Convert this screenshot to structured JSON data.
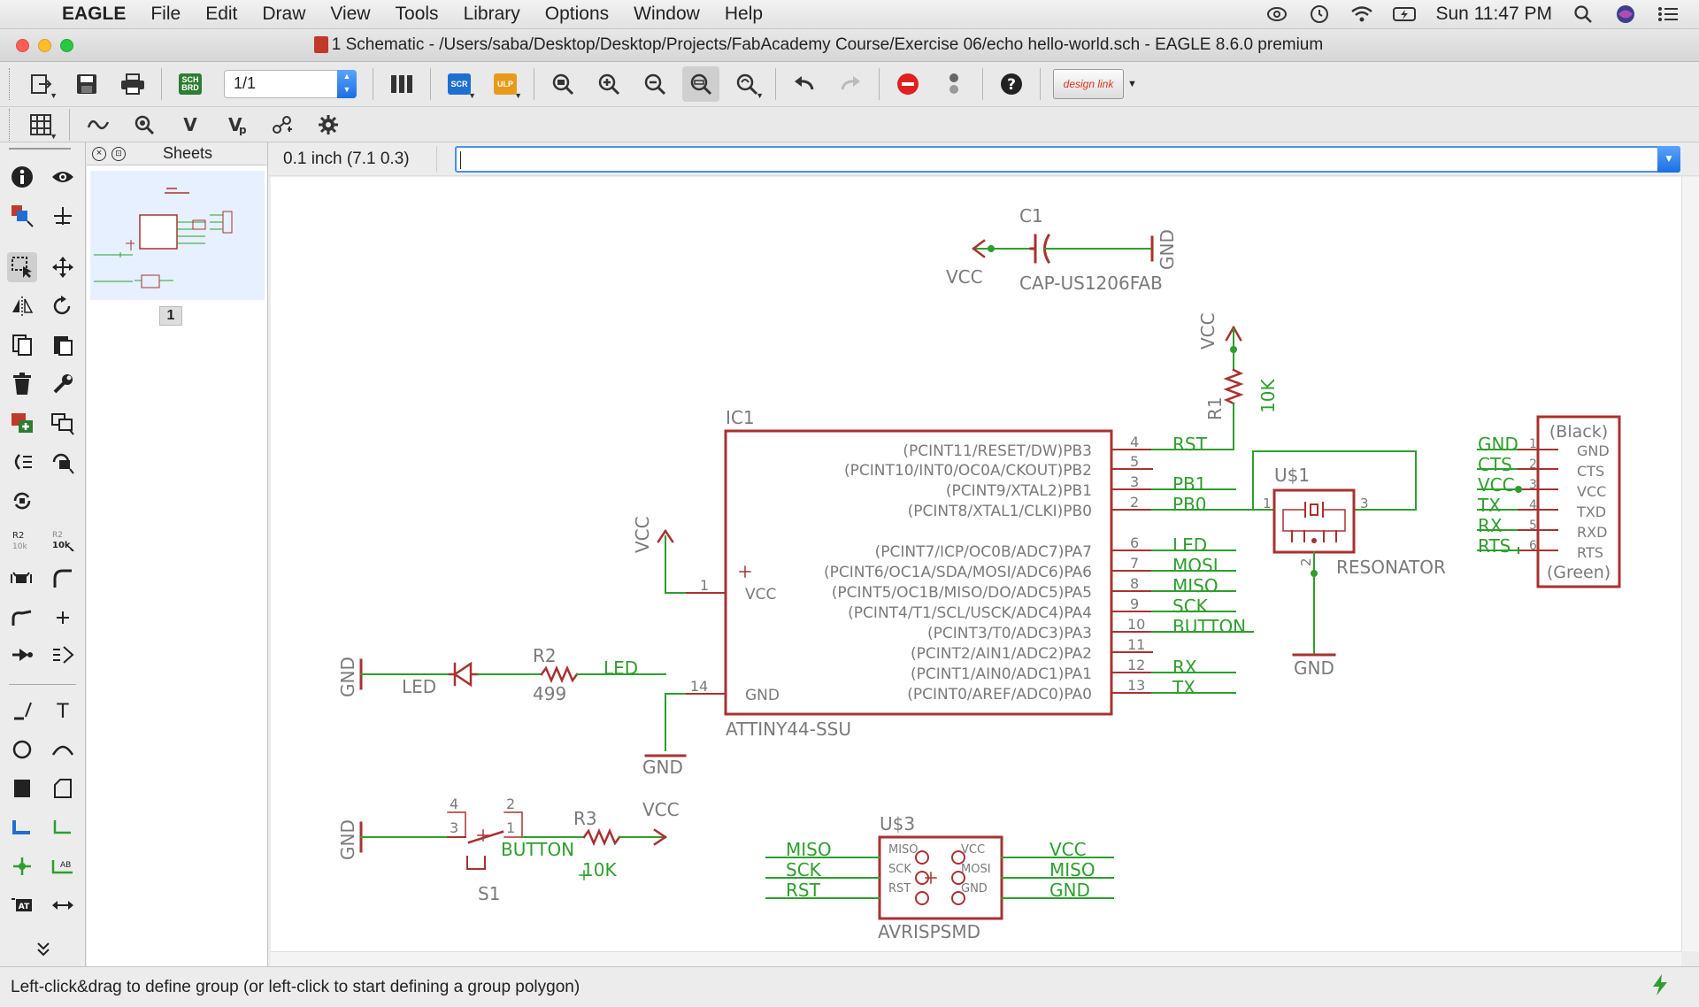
{
  "menubar": {
    "app_name": "EAGLE",
    "items": [
      "File",
      "Edit",
      "Draw",
      "View",
      "Tools",
      "Library",
      "Options",
      "Window",
      "Help"
    ],
    "clock": "Sun 11:47 PM"
  },
  "window": {
    "title": "1 Schematic - /Users/saba/Desktop/Desktop/Projects/FabAcademy Course/Exercise 06/echo hello-world.sch - EAGLE 8.6.0 premium"
  },
  "toolbar": {
    "sheet_value": "1/1",
    "sch_brd_label": "SCH BRD",
    "scr_label": "SCR",
    "ulp_label": "ULP",
    "designlink_label": "design link"
  },
  "sheets_panel": {
    "title": "Sheets",
    "sheet_number": "1"
  },
  "coordinate_display": "0.1 inch (7.1 0.3)",
  "command_line": {
    "value": ""
  },
  "status": {
    "message": "Left-click&drag to define group (or left-click to start defining a group polygon)"
  },
  "schematic": {
    "c1": {
      "name": "C1",
      "value": "CAP-US1206FAB",
      "vcc": "VCC",
      "gnd": "GND"
    },
    "r1": {
      "name": "R1",
      "value": "10K",
      "vcc": "VCC"
    },
    "ic1": {
      "name": "IC1",
      "value": "ATTINY44-SSU",
      "vcc_pin_label": "VCC",
      "gnd_pin_label": "GND",
      "vcc_net": "VCC",
      "gnd_net": "GND",
      "left_pins": [
        {
          "num": "1",
          "label": "VCC"
        },
        {
          "num": "14",
          "label": "GND"
        }
      ],
      "right_pins": [
        {
          "num": "4",
          "name": "(PCINT11/RESET/DW)PB3",
          "net": "RST"
        },
        {
          "num": "5",
          "name": "(PCINT10/INT0/OC0A/CKOUT)PB2",
          "net": ""
        },
        {
          "num": "3",
          "name": "(PCINT9/XTAL2)PB1",
          "net": "PB1"
        },
        {
          "num": "2",
          "name": "(PCINT8/XTAL1/CLKI)PB0",
          "net": "PB0"
        },
        {
          "num": "6",
          "name": "(PCINT7/ICP/OC0B/ADC7)PA7",
          "net": "LED"
        },
        {
          "num": "7",
          "name": "(PCINT6/OC1A/SDA/MOSI/ADC6)PA6",
          "net": "MOSI"
        },
        {
          "num": "8",
          "name": "(PCINT5/OC1B/MISO/DO/ADC5)PA5",
          "net": "MISO"
        },
        {
          "num": "9",
          "name": "(PCINT4/T1/SCL/USCK/ADC4)PA4",
          "net": "SCK"
        },
        {
          "num": "10",
          "name": "(PCINT3/T0/ADC3)PA3",
          "net": "BUTTON"
        },
        {
          "num": "11",
          "name": "(PCINT2/AIN1/ADC2)PA2",
          "net": ""
        },
        {
          "num": "12",
          "name": "(PCINT1/AIN0/ADC1)PA1",
          "net": "RX"
        },
        {
          "num": "13",
          "name": "(PCINT0/AREF/ADC0)PA0",
          "net": "TX"
        }
      ]
    },
    "u1": {
      "name": "U$1",
      "value": "RESONATOR",
      "pin1": "1",
      "pin2": "2",
      "pin3": "3",
      "gnd": "GND"
    },
    "ftdi": {
      "top_label": "(Black)",
      "bottom_label": "(Green)",
      "pins": [
        {
          "num": "1",
          "name": "GND",
          "net": "GND"
        },
        {
          "num": "2",
          "name": "CTS",
          "net": "CTS"
        },
        {
          "num": "3",
          "name": "VCC",
          "net": "VCC"
        },
        {
          "num": "4",
          "name": "TXD",
          "net": "TX"
        },
        {
          "num": "5",
          "name": "RXD",
          "net": "RX"
        },
        {
          "num": "6",
          "name": "RTS",
          "net": "RTS"
        }
      ]
    },
    "led": {
      "gnd": "GND",
      "name": "LED",
      "r_name": "R2",
      "r_value": "499",
      "net": "LED"
    },
    "button": {
      "gnd": "GND",
      "s_name": "S1",
      "pin4": "4",
      "pin3": "3",
      "pin2": "2",
      "pin1": "1",
      "net": "BUTTON",
      "r_name": "R3",
      "r_value": "10K",
      "vcc": "VCC"
    },
    "isp": {
      "name": "U$3",
      "value": "AVRISPSMD",
      "left_nets": [
        "MISO",
        "SCK",
        "RST"
      ],
      "left_pins": [
        "MISO",
        "SCK",
        "RST"
      ],
      "right_pins": [
        "VCC",
        "MOSI",
        "GND"
      ],
      "right_nets": [
        "VCC",
        "MISO",
        "GND"
      ]
    }
  },
  "colors": {
    "symbol": "#a83232",
    "net": "#2e9e2e",
    "pin_text": "#7a7a7a",
    "sheet_thumb_bg": "#e6f0ff"
  }
}
